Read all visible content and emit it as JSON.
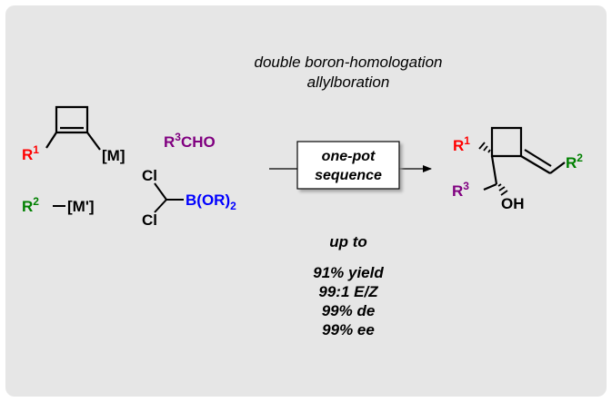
{
  "condition_line_1": "double boron-homologation",
  "condition_line_2": "allylboration",
  "box_line_1": "one-pot",
  "box_line_2": "sequence",
  "reactant_cyclobutene": {
    "r": "R",
    "r_sup": "1",
    "metal": "[M]"
  },
  "reactant_organometal": {
    "r": "R",
    "r_sup": "2",
    "metal": "[M']"
  },
  "reactant_aldehyde": {
    "r": "R",
    "r_sup": "3",
    "rest": "CHO"
  },
  "reactant_boronate": {
    "cl_top": "Cl",
    "cl_bottom": "Cl",
    "boron": "B(OR)",
    "boron_sub": "2"
  },
  "product": {
    "r1": "R",
    "r1_sup": "1",
    "r2": "R",
    "r2_sup": "2",
    "r3": "R",
    "r3_sup": "3",
    "oh": "OH"
  },
  "results": {
    "heading": "up to",
    "lines": [
      "91% yield",
      "99:1 E/Z",
      "99% de",
      "99% ee"
    ]
  },
  "colors": {
    "r1": "#ff0000",
    "r2": "#008000",
    "r3": "#800080",
    "boron": "#0000ff",
    "panel": "#e6e6e6",
    "ink": "#000000"
  }
}
